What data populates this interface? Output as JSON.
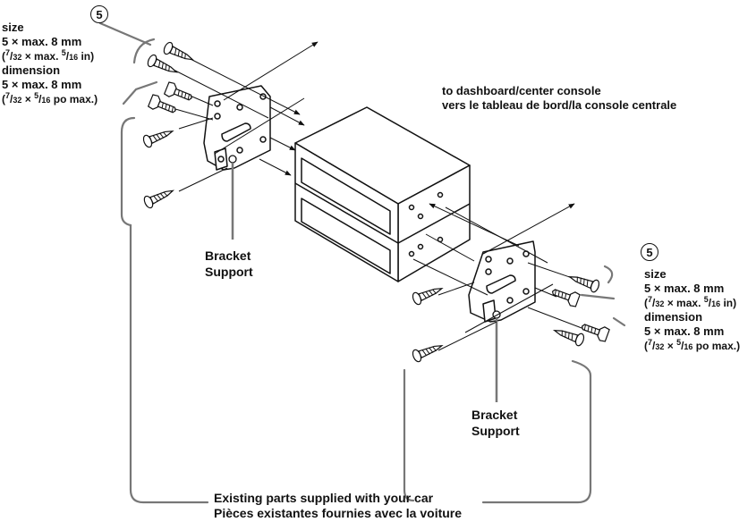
{
  "callout": {
    "marker": "5"
  },
  "spec_left": {
    "size_label": "size",
    "size_value": "5 × max. 8 mm",
    "size_imperial": {
      "open": "(",
      "n1": "7",
      "d1": "32",
      "mid": " × max. ",
      "n2": "5",
      "d2": "16",
      "close": " in)"
    },
    "dimension_label": "dimension",
    "dimension_value": "5 × max. 8 mm",
    "dimension_imperial": {
      "open": "(",
      "n1": "7",
      "d1": "32",
      "mid": " × ",
      "n2": "5",
      "d2": "16",
      "close": " po max.)"
    }
  },
  "spec_right": {
    "size_label": "size",
    "size_value": "5 × max. 8 mm",
    "size_imperial": {
      "open": "(",
      "n1": "7",
      "d1": "32",
      "mid": " × max. ",
      "n2": "5",
      "d2": "16",
      "close": " in)"
    },
    "dimension_label": "dimension",
    "dimension_value": "5 × max. 8 mm",
    "dimension_imperial": {
      "open": "(",
      "n1": "7",
      "d1": "32",
      "mid": " × ",
      "n2": "5",
      "d2": "16",
      "close": " po max.)"
    }
  },
  "dashboard": {
    "en": "to dashboard/center console",
    "fr": "vers le tableau de bord/la console centrale"
  },
  "bracket_left": {
    "line1": "Bracket",
    "line2": "Support"
  },
  "bracket_right": {
    "line1": "Bracket",
    "line2": "Support"
  },
  "existing": {
    "en": "Existing parts supplied with your car",
    "fr": "Pièces existantes fournies avec la voiture"
  }
}
